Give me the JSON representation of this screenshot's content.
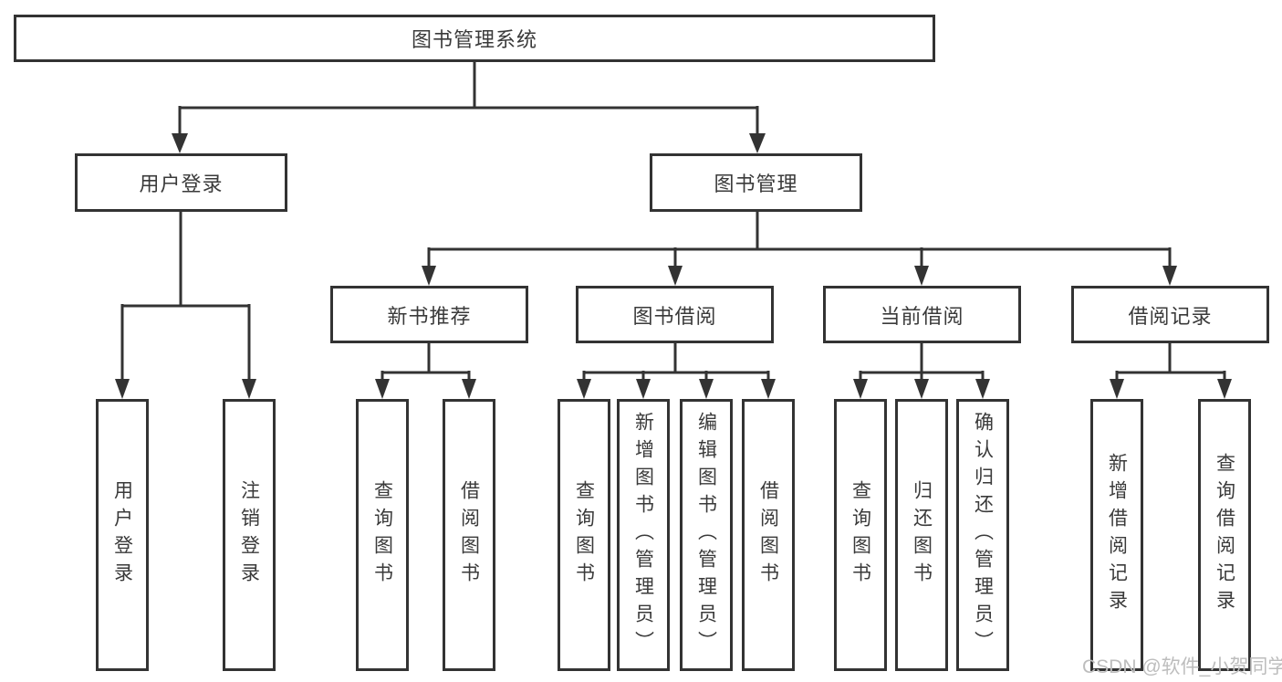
{
  "tree": {
    "title": "图书管理系统",
    "branches": [
      {
        "label": "用户登录",
        "children": [
          "用户登录",
          "注销登录"
        ]
      },
      {
        "label": "图书管理",
        "children": [
          {
            "label": "新书推荐",
            "children": [
              "查询图书",
              "借阅图书"
            ]
          },
          {
            "label": "图书借阅",
            "children": [
              "查询图书",
              "新增图书（管理员）",
              "编辑图书（管理员）",
              "借阅图书"
            ]
          },
          {
            "label": "当前借阅",
            "children": [
              "查询图书",
              "归还图书",
              "确认归还（管理员）"
            ]
          },
          {
            "label": "借阅记录",
            "children": [
              "新增借阅记录",
              "查询借阅记录"
            ]
          }
        ]
      }
    ]
  },
  "watermark": {
    "text": "CSDN @软件_小贺同学"
  },
  "colors": {
    "line": "#333333",
    "text": "#3a3a3a",
    "background": "#ffffff",
    "watermark": "#bdbdbd"
  }
}
